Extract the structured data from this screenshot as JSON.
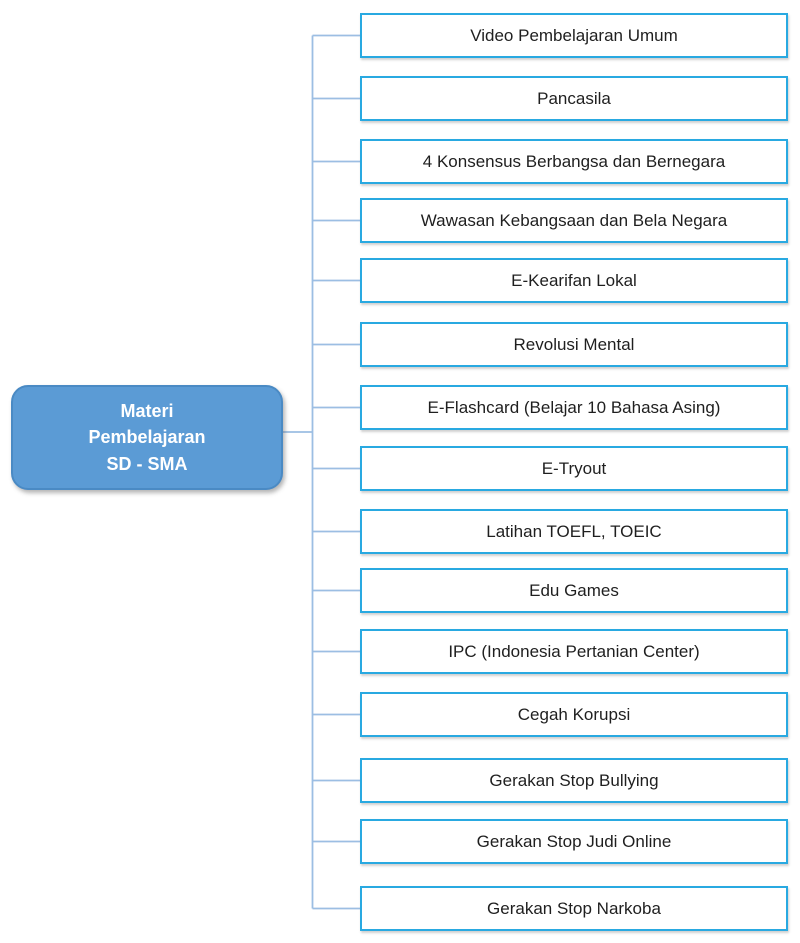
{
  "diagram": {
    "root": {
      "label": "Materi Pembelajaran SD - SMA",
      "lines": [
        "Materi",
        "Pembelajaran",
        "SD - SMA"
      ]
    },
    "nodes": [
      {
        "label": "Video Pembelajaran Umum"
      },
      {
        "label": "Pancasila"
      },
      {
        "label": "4 Konsensus Berbangsa dan Bernegara"
      },
      {
        "label": "Wawasan Kebangsaan dan Bela Negara"
      },
      {
        "label": "E-Kearifan Lokal"
      },
      {
        "label": "Revolusi Mental"
      },
      {
        "label": "E-Flashcard (Belajar 10 Bahasa Asing)"
      },
      {
        "label": "E-Tryout"
      },
      {
        "label": "Latihan TOEFL, TOEIC"
      },
      {
        "label": "Edu Games"
      },
      {
        "label": "IPC (Indonesia Pertanian Center)"
      },
      {
        "label": "Cegah Korupsi"
      },
      {
        "label": "Gerakan Stop Bullying"
      },
      {
        "label": "Gerakan Stop Judi Online"
      },
      {
        "label": "Gerakan Stop Narkoba"
      }
    ]
  },
  "style": {
    "root_fill": "#5B9BD5",
    "root_border": "#4A8AC4",
    "root_text_color": "#FFFFFF",
    "node_border": "#29A9E1",
    "node_text_color": "#1F1F1F",
    "connector_color": "#9CBEE3",
    "background": "#FFFFFF"
  }
}
